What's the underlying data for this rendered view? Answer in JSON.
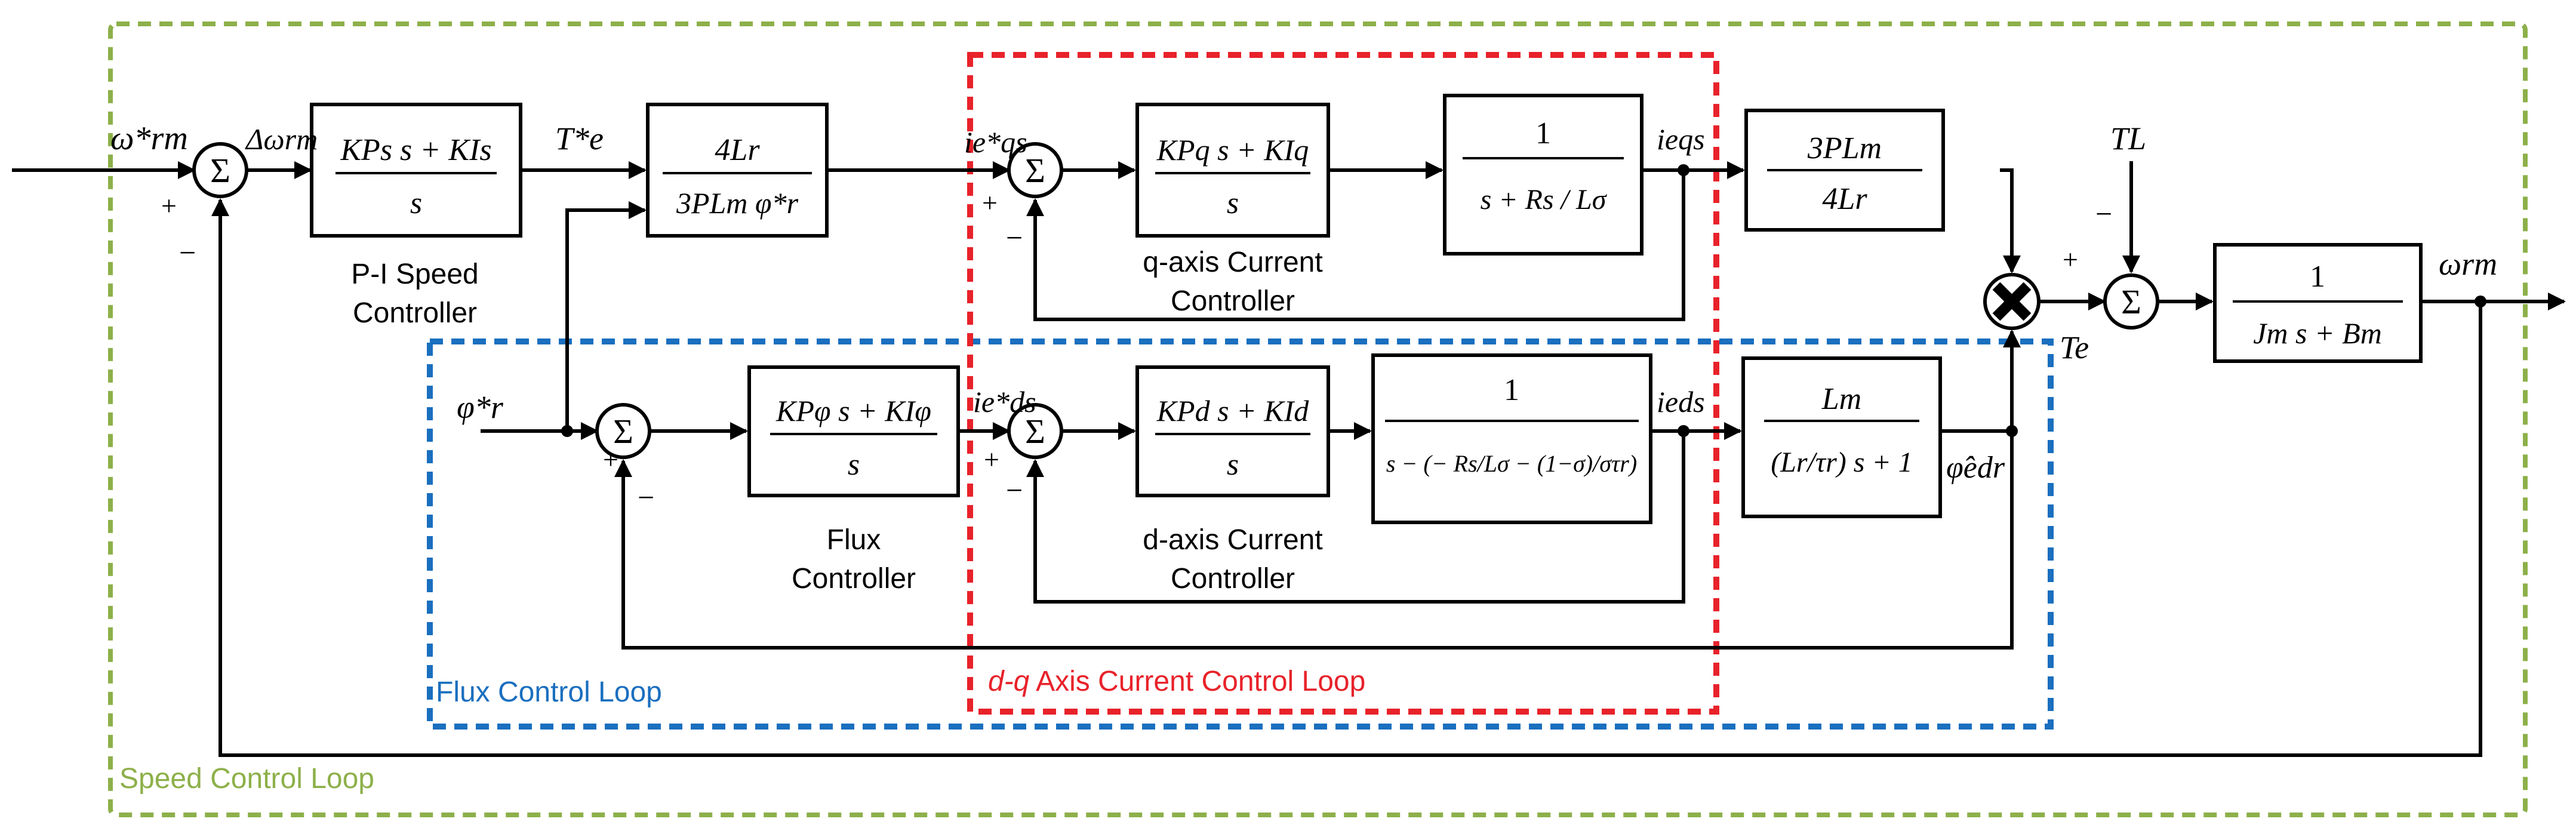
{
  "colors": {
    "speed_loop": "#8db04a",
    "flux_loop": "#1a6fbf",
    "current_loop": "#e8222a",
    "wire": "#000000"
  },
  "loops": {
    "speed": "Speed Control Loop",
    "flux": "Flux Control Loop",
    "current_italic": "d-q",
    "current_rest": " Axis Current Control Loop"
  },
  "signals": {
    "speed_ref": "ω*rm",
    "speed_err": "Δωrm",
    "torque_ref": "T*e",
    "iqs_ref": "ie*qs",
    "iqs": "ieqs",
    "flux_ref": "φ*r",
    "ids_ref": "ie*ds",
    "ids": "ieds",
    "flux_est": "φ̂edr",
    "load_torque": "TL",
    "torque": "Te",
    "speed_out": "ωrm"
  },
  "signs": {
    "plus": "+",
    "minus": "−",
    "sigma": "Σ"
  },
  "captions": {
    "speed_ctrl_1": "P-I   Speed",
    "speed_ctrl_2": "Controller",
    "q_ctrl_1": "q-axis Current",
    "q_ctrl_2": "Controller",
    "d_ctrl_1": "d-axis Current",
    "d_ctrl_2": "Controller",
    "flux_ctrl_1": "Flux",
    "flux_ctrl_2": "Controller"
  },
  "blocks": {
    "speed_pi": {
      "num": "KPs s + KIs",
      "den": "s"
    },
    "torque_to_iq": {
      "num": "4Lr",
      "den": "3PLm φ*r"
    },
    "q_pi": {
      "num": "KPq s + KIq",
      "den": "s"
    },
    "q_plant": {
      "num": "1",
      "den": "s + Rs / Lσ"
    },
    "iq_to_torque": {
      "num": "3PLm",
      "den": "4Lr"
    },
    "mech": {
      "num": "1",
      "den": "Jm s + Bm"
    },
    "flux_pi": {
      "num": "KPφ s + KIφ",
      "den": "s"
    },
    "d_pi": {
      "num": "KPd s + KId",
      "den": "s"
    },
    "d_plant": {
      "num": "1",
      "den": "s − (− Rs/Lσ − (1−σ)/στr)"
    },
    "flux_tf": {
      "num": "Lm",
      "den": "(Lr/τr) s + 1"
    }
  }
}
